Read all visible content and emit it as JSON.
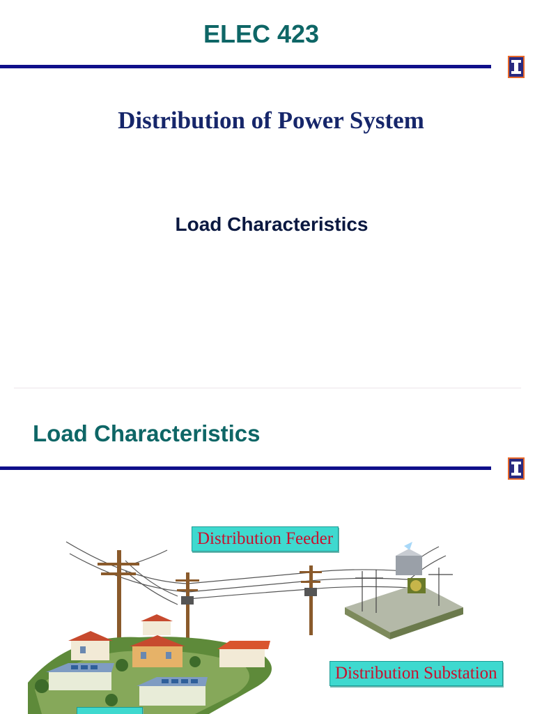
{
  "slide1": {
    "course_title": "ELEC 423",
    "main_title": "Distribution of Power System",
    "subtitle": "Load Characteristics",
    "logo_icon": "university-block-i-logo"
  },
  "slide2": {
    "title": "Load Characteristics",
    "logo_icon": "university-block-i-logo",
    "callouts": {
      "feeder": "Distribution Feeder",
      "substation": "Distribution Substation"
    }
  },
  "colors": {
    "title_teal": "#0e6666",
    "rule_navy": "#0f0f8a",
    "main_title_navy": "#16266a",
    "callout_bg": "#3ed9cf",
    "callout_text": "#c8102e"
  }
}
